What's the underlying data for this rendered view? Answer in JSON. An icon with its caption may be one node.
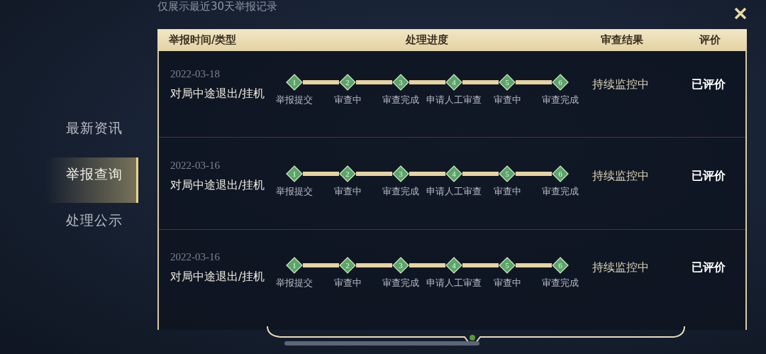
{
  "diagram": {
    "nodes": [
      {
        "text": [
          "1"
        ],
        "beside": [
          "举报提交"
        ]
      },
      {
        "text": [
          "2"
        ],
        "beside": [
          "审查中"
        ]
      },
      {
        "text": [
          "3"
        ],
        "beside": [
          "审查完成"
        ]
      },
      {
        "text": [
          "4"
        ],
        "beside": [
          "申请人工审查"
        ]
      },
      {
        "text": [
          "5"
        ],
        "beside": [
          "审查中"
        ]
      },
      {
        "text": [
          "6"
        ],
        "beside": [
          "审查完成"
        ]
      },
      {
        "text": [
          "1"
        ],
        "beside": [
          "举报提交"
        ]
      },
      {
        "text": [
          "2"
        ],
        "beside": [
          "审查中"
        ]
      },
      {
        "text": [
          "3"
        ],
        "beside": [
          "审查完成"
        ]
      },
      {
        "text": [
          "4"
        ],
        "beside": [
          "申请人工审查"
        ]
      },
      {
        "text": [
          "5"
        ],
        "beside": [
          "审查中"
        ]
      },
      {
        "text": [
          "6"
        ],
        "beside": [
          "审查完成"
        ]
      },
      {
        "text": [
          "1"
        ],
        "beside": [
          "举报提交"
        ]
      },
      {
        "text": [
          "2"
        ],
        "beside": [
          "审查中"
        ]
      },
      {
        "text": [
          "3"
        ],
        "beside": [
          "审查完成"
        ]
      },
      {
        "text": [
          "4"
        ],
        "beside": [
          "申请人工审查"
        ]
      },
      {
        "text": [
          "5"
        ],
        "beside": [
          "审查中"
        ]
      },
      {
        "text": [
          "6"
        ],
        "beside": [
          "审查完成"
        ]
      }
    ],
    "edges": [
      {
        "from": 0,
        "to": 1,
        "arrow": "none"
      },
      {
        "from": 1,
        "to": 2,
        "arrow": "none"
      },
      {
        "from": 2,
        "to": 3,
        "arrow": "none"
      },
      {
        "from": 3,
        "to": 4,
        "arrow": "none"
      },
      {
        "from": 4,
        "to": 5,
        "arrow": "none"
      },
      {
        "from": 6,
        "to": 7,
        "arrow": "none"
      },
      {
        "from": 7,
        "to": 8,
        "arrow": "none"
      },
      {
        "from": 8,
        "to": 9,
        "arrow": "none"
      },
      {
        "from": 9,
        "to": 10,
        "arrow": "none"
      },
      {
        "from": 10,
        "to": 11,
        "arrow": "none"
      },
      {
        "from": 12,
        "to": 13,
        "arrow": "none"
      },
      {
        "from": 13,
        "to": 14,
        "arrow": "none"
      },
      {
        "from": 14,
        "to": 15,
        "arrow": "none"
      },
      {
        "from": 15,
        "to": 16,
        "arrow": "none"
      },
      {
        "from": 16,
        "to": 17,
        "arrow": "none"
      }
    ],
    "labels": [
      "仅展示最近30天举报记录",
      "最新资讯",
      "举报查询",
      "处理公示",
      "举报时间/类型",
      "处理进度",
      "审查结果",
      "评价",
      "2022-03-18",
      "对局中途退出/挂机",
      "持续监控中",
      "已评价",
      "2022-03-16",
      "对局中途退出/挂机",
      "持续监控中",
      "已评价",
      "2022-03-16",
      "对局中途退出/挂机",
      "持续监控中",
      "已评价"
    ]
  }
}
